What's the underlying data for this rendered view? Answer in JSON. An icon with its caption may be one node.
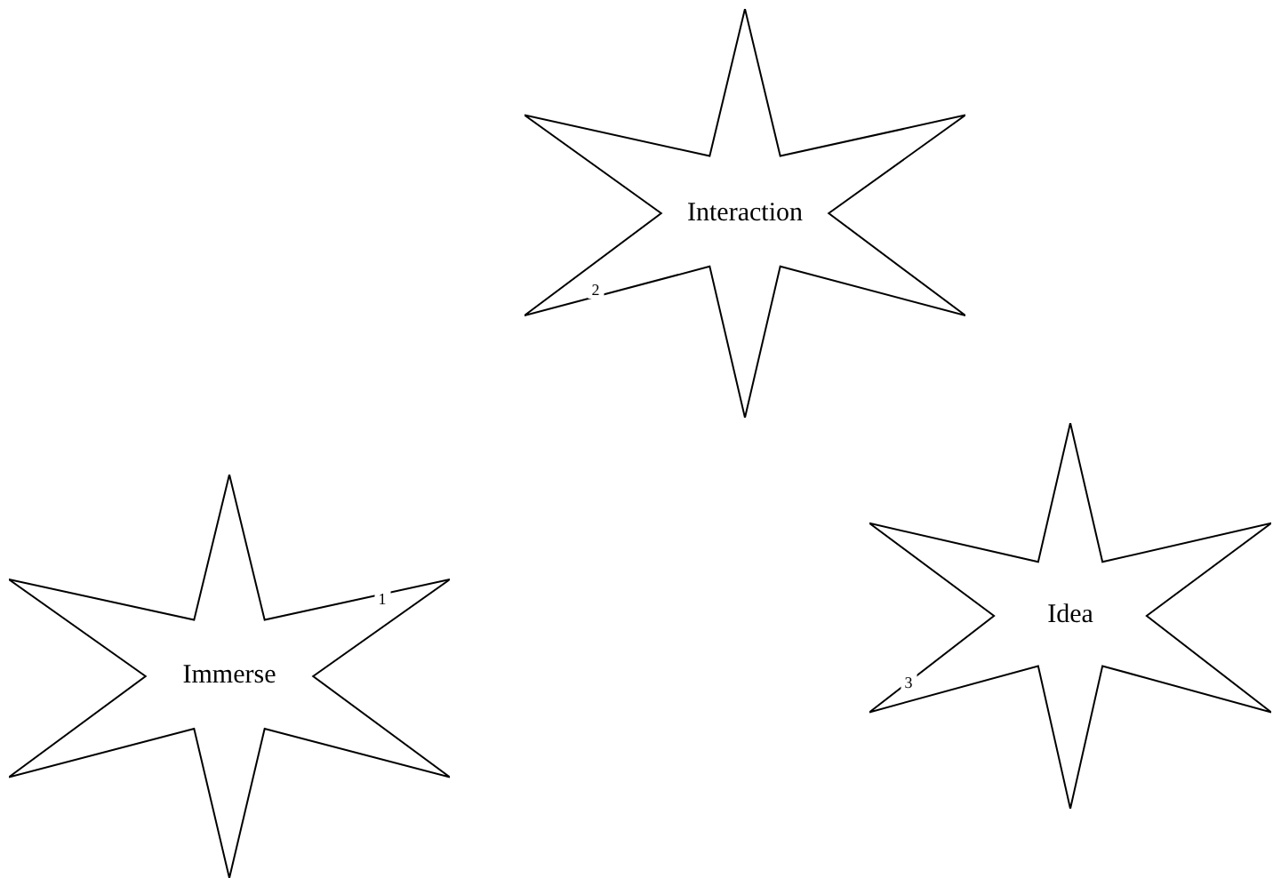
{
  "diagram": {
    "nodes": [
      {
        "text": [
          "Interaction"
        ]
      },
      {
        "text": [
          "Immerse"
        ]
      },
      {
        "text": [
          "Idea"
        ]
      }
    ],
    "labels": [
      "2",
      "1",
      "3"
    ]
  }
}
